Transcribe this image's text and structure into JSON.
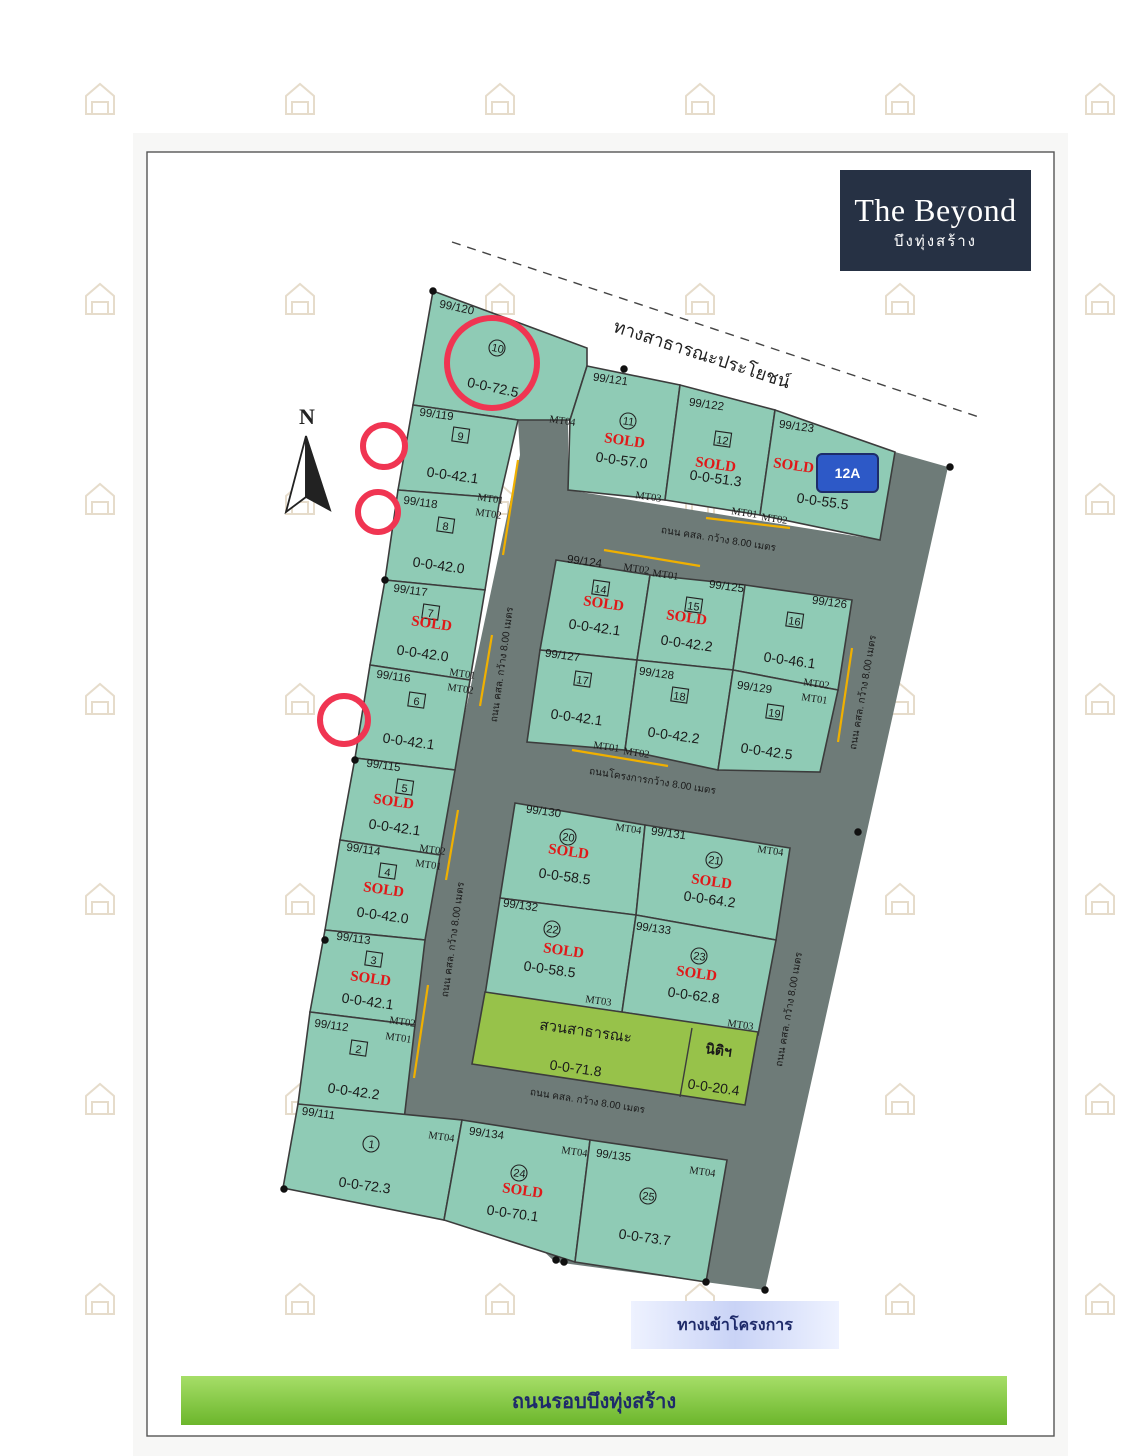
{
  "logo": {
    "title": "The Beyond",
    "subtitle": "บึงทุ่งสร้าง"
  },
  "public_way": "ทางสาธารณะประโยชน์",
  "north": "N",
  "badge": "12A",
  "entrance": "ทางเข้าโครงการ",
  "main_road": "ถนนรอบบึงทุ่งสร้าง",
  "park": {
    "name": "สวนสาธารณะ",
    "area": "0-0-71.8"
  },
  "juristic": {
    "name": "นิติฯ",
    "area": "0-0-20.4"
  },
  "roads": {
    "top": "ถนน คสล. กว้าง 8.00 เมตร",
    "middle": "ถนนโครงการกว้าง 8.00 เมตร",
    "bottom": "ถนน คสล. กว้าง 8.00 เมตร",
    "left_upper": "ถนน คสล. กว้าง 8.00 เมตร",
    "left_lower": "ถนน คสล. กว้าง 8.00 เมตร",
    "right_upper": "ถนน คสล. กว้าง 8.00 เมตร",
    "right_lower": "ถนน คสล. กว้าง 8.00 เมตร"
  },
  "sold_label": "SOLD",
  "plots": [
    {
      "no": "10",
      "code": "99/120",
      "area": "0-0-72.5",
      "sold": false,
      "circle": true
    },
    {
      "no": "9",
      "code": "99/119",
      "area": "0-0-42.1",
      "sold": false,
      "box": true
    },
    {
      "no": "8",
      "code": "99/118",
      "area": "0-0-42.0",
      "sold": false,
      "box": true
    },
    {
      "no": "7",
      "code": "99/117",
      "area": "0-0-42.0",
      "sold": true,
      "box": true
    },
    {
      "no": "6",
      "code": "99/116",
      "area": "0-0-42.1",
      "sold": false,
      "box": true
    },
    {
      "no": "5",
      "code": "99/115",
      "area": "0-0-42.1",
      "sold": true,
      "box": true
    },
    {
      "no": "4",
      "code": "99/114",
      "area": "0-0-42.0",
      "sold": true,
      "box": true
    },
    {
      "no": "3",
      "code": "99/113",
      "area": "0-0-42.1",
      "sold": true,
      "box": true
    },
    {
      "no": "2",
      "code": "99/112",
      "area": "0-0-42.2",
      "sold": false,
      "box": true
    },
    {
      "no": "1",
      "code": "99/111",
      "area": "0-0-72.3",
      "sold": false,
      "circle": true
    },
    {
      "no": "11",
      "code": "99/121",
      "area": "0-0-57.0",
      "sold": true,
      "circle": true
    },
    {
      "no": "12",
      "code": "99/122",
      "area": "0-0-51.3",
      "sold": true,
      "box": true
    },
    {
      "no": "",
      "code": "99/123",
      "area": "0-0-55.5",
      "sold": true
    },
    {
      "no": "14",
      "code": "99/124",
      "area": "0-0-42.1",
      "sold": true,
      "box": true
    },
    {
      "no": "15",
      "code": "99/125",
      "area": "0-0-42.2",
      "sold": true,
      "box": true
    },
    {
      "no": "16",
      "code": "99/126",
      "area": "0-0-46.1",
      "sold": false,
      "box": true
    },
    {
      "no": "17",
      "code": "99/127",
      "area": "0-0-42.1",
      "sold": false,
      "box": true
    },
    {
      "no": "18",
      "code": "99/128",
      "area": "0-0-42.2",
      "sold": false,
      "box": true
    },
    {
      "no": "19",
      "code": "99/129",
      "area": "0-0-42.5",
      "sold": false,
      "box": true
    },
    {
      "no": "20",
      "code": "99/130",
      "area": "0-0-58.5",
      "sold": true,
      "circle": true
    },
    {
      "no": "21",
      "code": "99/131",
      "area": "0-0-64.2",
      "sold": true,
      "circle": true
    },
    {
      "no": "22",
      "code": "99/132",
      "area": "0-0-58.5",
      "sold": true,
      "circle": true
    },
    {
      "no": "23",
      "code": "99/133",
      "area": "0-0-62.8",
      "sold": true,
      "circle": true
    },
    {
      "no": "24",
      "code": "99/134",
      "area": "0-0-70.1",
      "sold": true,
      "circle": true
    },
    {
      "no": "25",
      "code": "99/135",
      "area": "0-0-73.7",
      "sold": false,
      "circle": true
    }
  ],
  "mt_labels": [
    "MT04",
    "MT03",
    "MT01",
    "MT02"
  ],
  "colors": {
    "plot": "#8fcbb5",
    "road": "#6e7b78",
    "park": "#97c24a",
    "sold": "#e01818",
    "ring": "#f03552",
    "logo_bg": "#263144"
  }
}
